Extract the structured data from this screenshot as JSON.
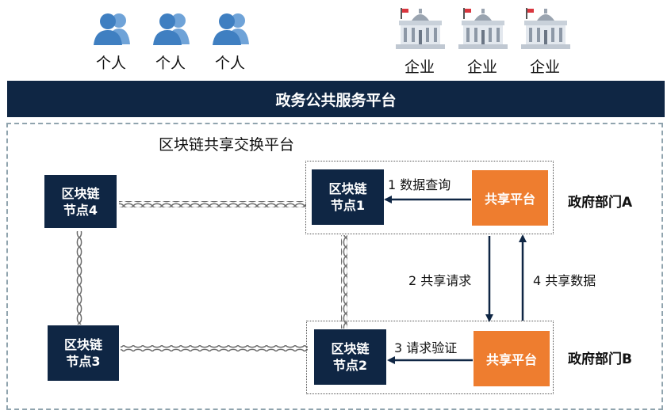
{
  "users": [
    {
      "label": "个人"
    },
    {
      "label": "个人"
    },
    {
      "label": "个人"
    }
  ],
  "enterprises": [
    {
      "label": "企业"
    },
    {
      "label": "企业"
    },
    {
      "label": "企业"
    }
  ],
  "platform_banner": "政务公共服务平台",
  "blockchain_section": {
    "title": "区块链共享交换平台",
    "nodes": {
      "n1": {
        "line1": "区块链",
        "line2": "节点1"
      },
      "n2": {
        "line1": "区块链",
        "line2": "节点2"
      },
      "n3": {
        "line1": "区块链",
        "line2": "节点3"
      },
      "n4": {
        "line1": "区块链",
        "line2": "节点4"
      }
    },
    "share_platform_label": "共享平台",
    "departments": {
      "a": "政府部门A",
      "b": "政府部门B"
    },
    "steps": {
      "s1": "1 数据查询",
      "s2": "2 共享请求",
      "s3": "3 请求验证",
      "s4": "4 共享数据"
    }
  },
  "colors": {
    "navy": "#0f2644",
    "orange": "#ee7d2f",
    "icon_blue": "#4a86c5"
  }
}
